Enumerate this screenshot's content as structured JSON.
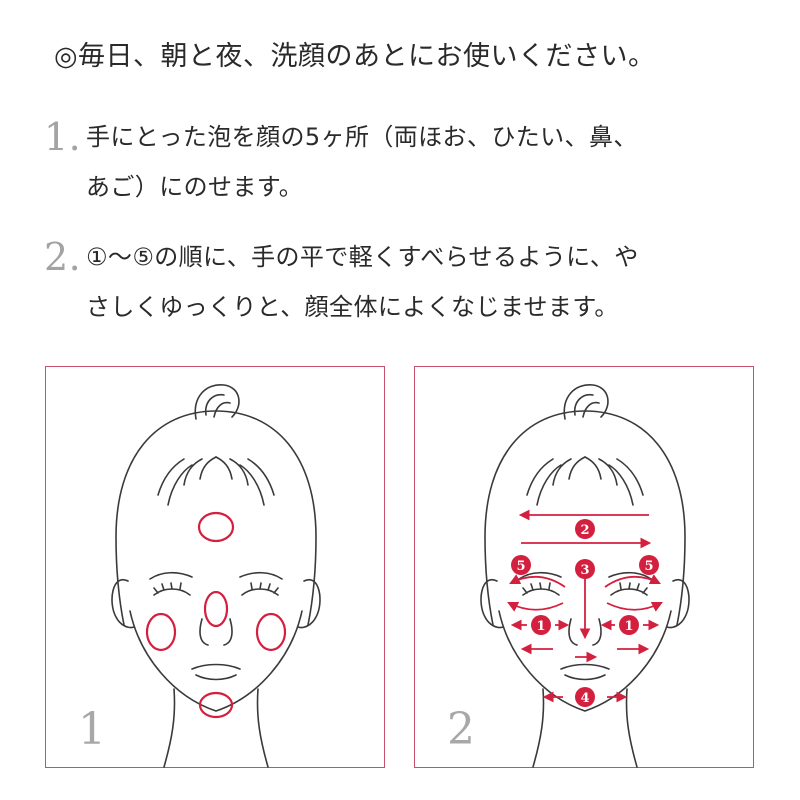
{
  "header": {
    "text": "◎毎日、朝と夜、洗顔のあとにお使いください。"
  },
  "steps": [
    {
      "number": "1.",
      "lines": [
        "手にとった泡を顔の5ヶ所（両ほお、ひたい、鼻、",
        "あご）にのせます。"
      ]
    },
    {
      "number": "2.",
      "lines": [
        "①〜⑤の順に、手の平で軽くすべらせるように、や",
        "さしくゆっくりと、顔全体によくなじませます。"
      ]
    }
  ],
  "panels": [
    {
      "number": "1"
    },
    {
      "number": "2"
    }
  ],
  "markers": [
    "1",
    "2",
    "3",
    "4",
    "5"
  ],
  "colors": {
    "accent": "#c7506a",
    "marker": "#d4203f",
    "line": "#3a3a3a",
    "muted": "#a3a3a3"
  }
}
